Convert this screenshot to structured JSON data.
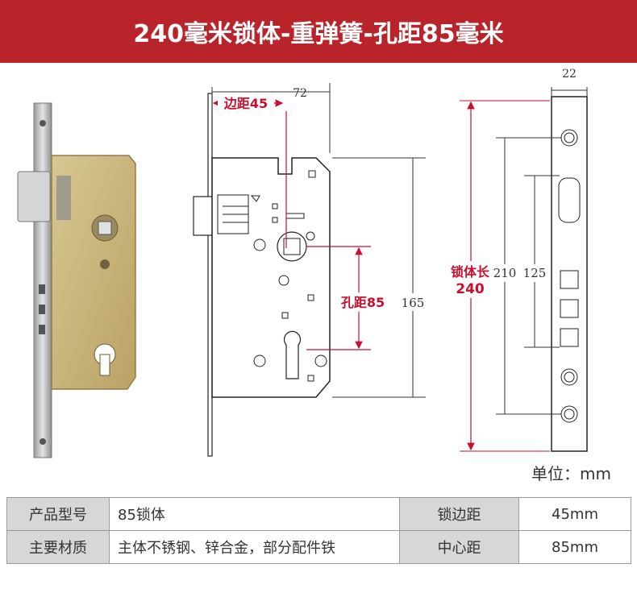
{
  "title": "240毫米锁体-重弹簧-孔距85毫米",
  "dimensions": {
    "backset_width": "72",
    "backset_label": "边距45",
    "body_height": "165",
    "hole_distance_label": "孔距85",
    "faceplate_width": "22",
    "total_length_label_line1": "锁体长",
    "total_length_label_line2": "240",
    "inner_length": "210",
    "screw_distance": "125"
  },
  "unit_label": "单位：mm",
  "specs": [
    {
      "label1": "产品型号",
      "value1": "85锁体",
      "label2": "锁边距",
      "value2": "45mm"
    },
    {
      "label1": "主要材质",
      "value1": "主体不锈钢、锌合金，部分配件铁",
      "label2": "中心距",
      "value2": "85mm"
    }
  ],
  "colors": {
    "banner": "#b9232a",
    "accent_red": "#c8102e",
    "body_gold": "#c9b37a",
    "steel": "#b8b8b8"
  }
}
